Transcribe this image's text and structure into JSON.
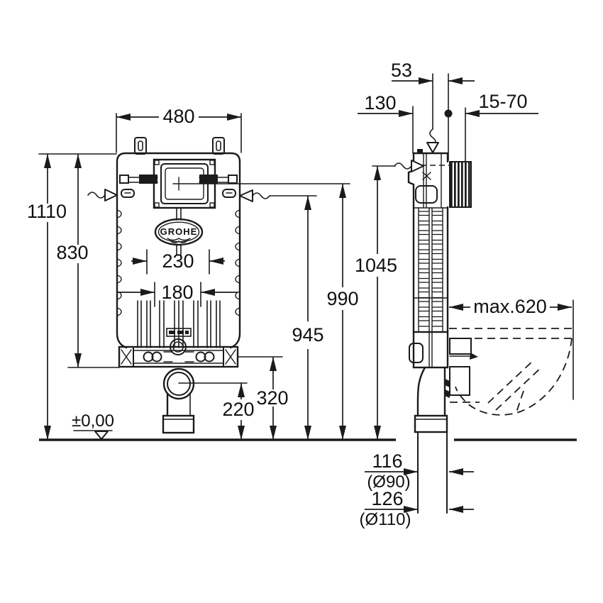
{
  "front_view": {
    "width_label": "480",
    "total_height_label": "1110",
    "frame_height_label": "830",
    "fixing_width_label": "230",
    "fixing_inner_label": "180",
    "outlet_height_label": "220",
    "bracket_height_label": "320",
    "floor_level_label": "±0,00",
    "brand": "GROHE"
  },
  "side_view": {
    "top_clearance_label": "53",
    "depth_label": "130",
    "wall_distance_label": "15-70",
    "inlet_height_label": "1045",
    "plate_center_height_label": "990",
    "supply_height_label": "945",
    "bowl_depth_label": "max.620",
    "outlet90_label": "116",
    "outlet90_dia_label": "(Ø90)",
    "outlet110_label": "126",
    "outlet110_dia_label": "(Ø110)"
  }
}
